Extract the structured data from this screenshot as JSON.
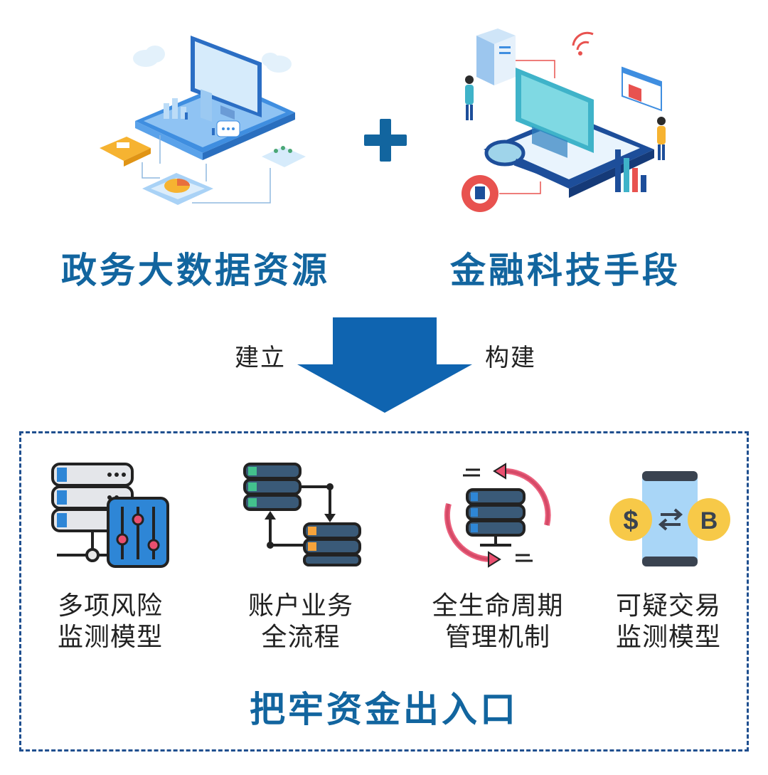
{
  "top": {
    "left_title": "政务大数据资源",
    "right_title": "金融科技手段",
    "plus_icon": "plus-icon"
  },
  "arrow": {
    "left_label": "建立",
    "right_label": "构建"
  },
  "outcomes": [
    {
      "label_line1": "多项风险",
      "label_line2": "监测模型",
      "icon": "server-equalizer-icon"
    },
    {
      "label_line1": "账户业务",
      "label_line2": "全流程",
      "icon": "server-flow-icon"
    },
    {
      "label_line1": "全生命周期",
      "label_line2": "管理机制",
      "icon": "server-cycle-icon"
    },
    {
      "label_line1": "可疑交易",
      "label_line2": "监测模型",
      "icon": "currency-exchange-phone-icon"
    }
  ],
  "footer": {
    "text": "把牢资金出入口"
  },
  "colors": {
    "brand_blue": "#12659f",
    "arrow_blue": "#0f64b0",
    "dashed_border": "#1f4f8f"
  }
}
